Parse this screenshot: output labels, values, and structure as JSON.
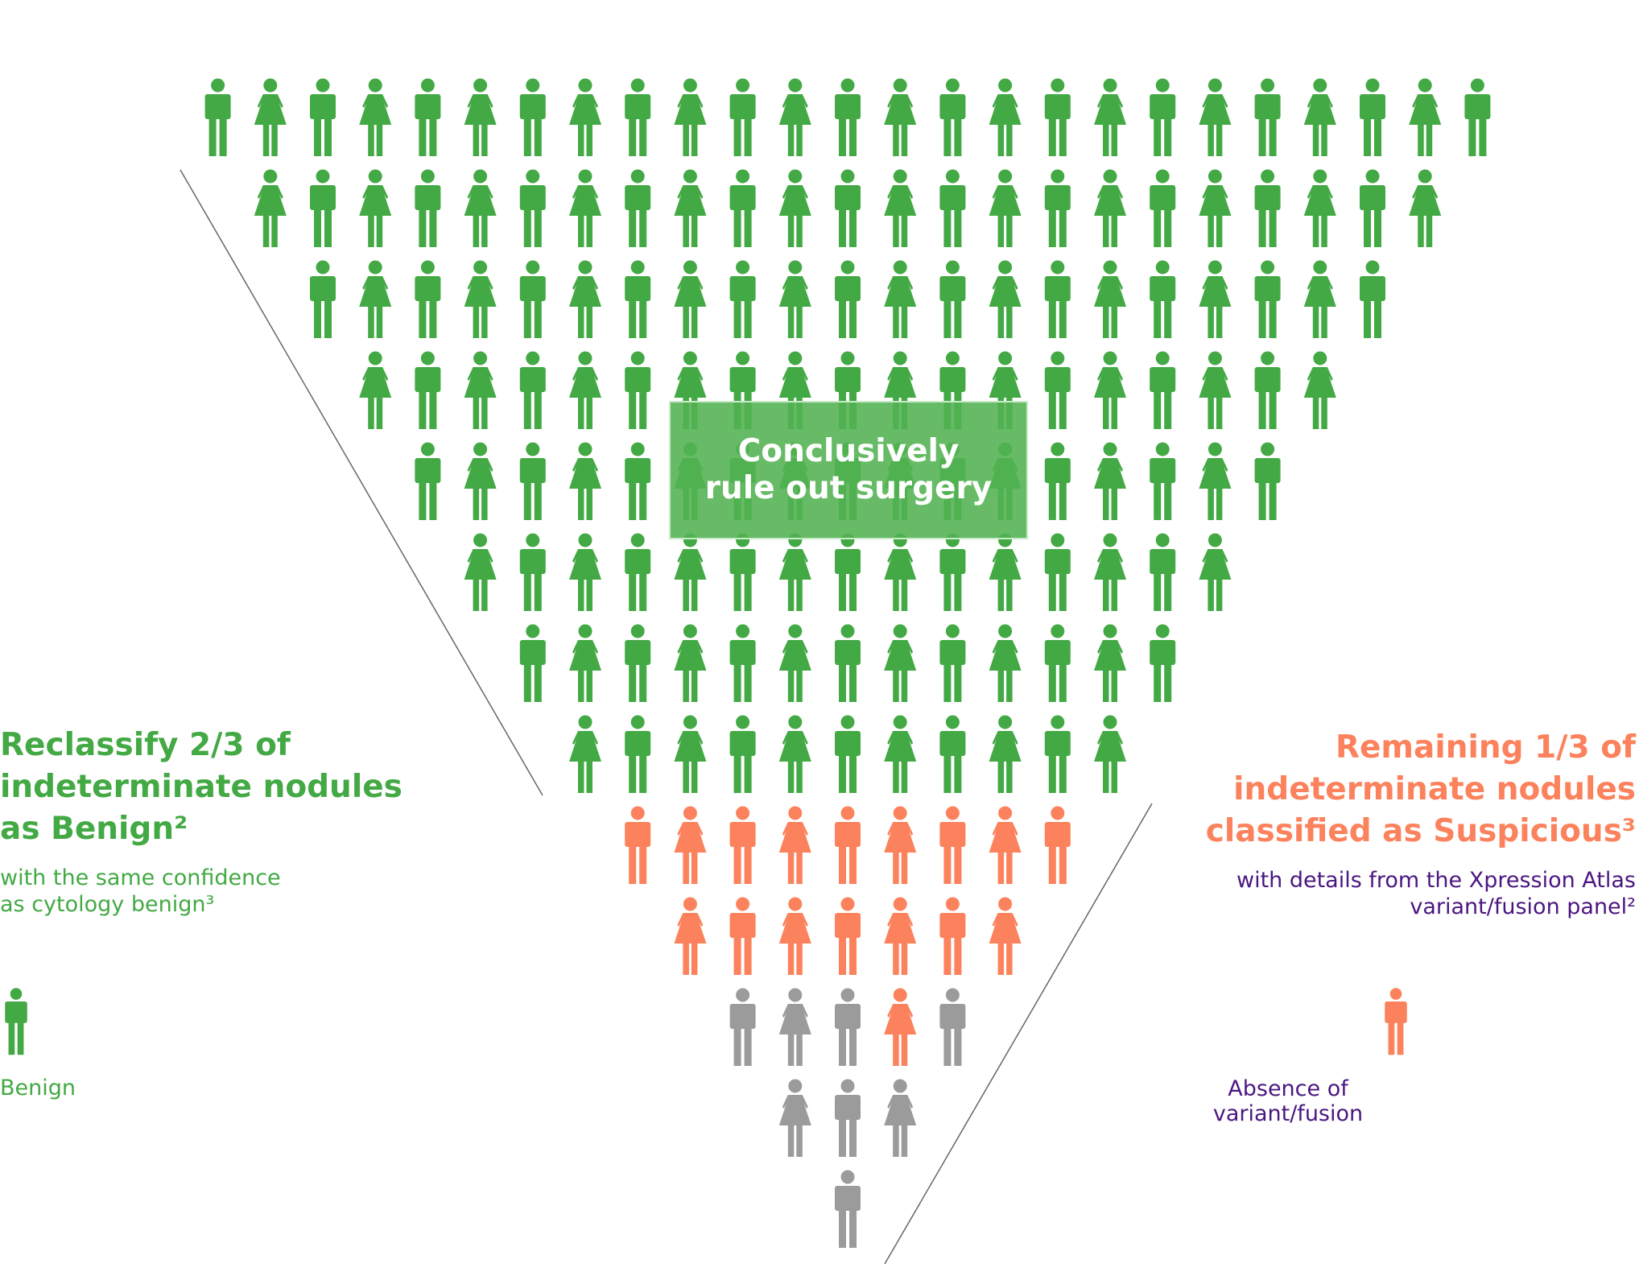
{
  "colors": {
    "benign": "#43a944",
    "suspicious": "#fb825c",
    "other": "#9b9b9b",
    "purple_text": "#4b1681",
    "line": "#666666"
  },
  "center_box": {
    "line1": "Conclusively",
    "line2": "rule out surgery"
  },
  "left_annotation": {
    "heading_lines": [
      "Reclassify 2/3 of",
      "indeterminate nodules",
      "as Benign²"
    ],
    "sub_lines": [
      "with the same confidence",
      "as cytology benign³"
    ]
  },
  "right_annotation": {
    "heading_lines": [
      "Remaining 1/3 of",
      "indeterminate nodules",
      "classified as Suspicious³"
    ],
    "sub_lines": [
      "with details from the Xpression Atlas",
      "variant/fusion panel²"
    ]
  },
  "legend": {
    "benign": {
      "label": "Benign",
      "icon": "male-person-icon",
      "color": "benign"
    },
    "absence": {
      "label_lines": [
        "Absence of",
        "variant/fusion"
      ],
      "icon": "male-person-icon",
      "color": "suspicious"
    }
  },
  "pyramid": {
    "rows": [
      {
        "count": 25,
        "start": "M",
        "colors": "G"
      },
      {
        "count": 23,
        "start": "F",
        "colors": "G"
      },
      {
        "count": 21,
        "start": "M",
        "colors": "G"
      },
      {
        "count": 19,
        "start": "F",
        "colors": "G"
      },
      {
        "count": 17,
        "start": "M",
        "colors": "G"
      },
      {
        "count": 15,
        "start": "F",
        "colors": "G"
      },
      {
        "count": 13,
        "start": "M",
        "colors": "G"
      },
      {
        "count": 11,
        "start": "F",
        "colors": "G"
      },
      {
        "count": 9,
        "start": "M",
        "colors": "S"
      },
      {
        "count": 7,
        "start": "F",
        "colors": "S"
      },
      {
        "count": 5,
        "start": "M",
        "colors": "XXXSX"
      },
      {
        "count": 3,
        "start": "F",
        "colors": "X"
      },
      {
        "count": 1,
        "start": "M",
        "colors": "X"
      }
    ]
  }
}
